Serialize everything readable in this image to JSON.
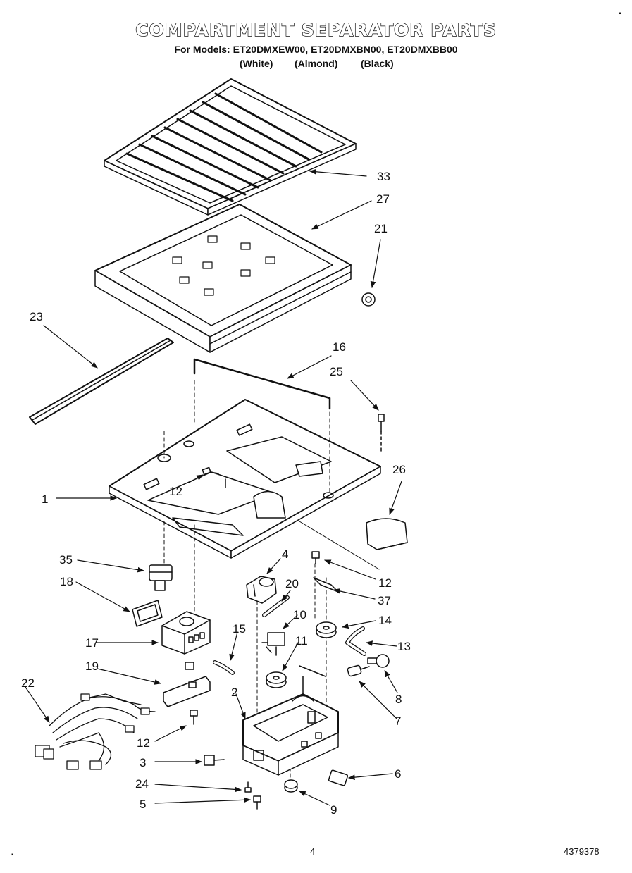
{
  "header": {
    "title": "COMPARTMENT SEPARATOR PARTS",
    "models": "For Models: ET20DMXEW00, ET20DMXBN00, ET20DMXBB00",
    "colors": [
      "(White)",
      "(Almond)",
      "(Black)"
    ]
  },
  "corner_marks": [
    "▪",
    "▪"
  ],
  "footer": {
    "page_number": "4",
    "document_number": "4379378"
  },
  "callouts": [
    "33",
    "27",
    "21",
    "23",
    "16",
    "25",
    "26",
    "1",
    "12",
    "35",
    "4",
    "12",
    "18",
    "20",
    "37",
    "10",
    "14",
    "17",
    "15",
    "11",
    "13",
    "19",
    "8",
    "22",
    "2",
    "7",
    "12",
    "3",
    "6",
    "24",
    "9",
    "5"
  ]
}
